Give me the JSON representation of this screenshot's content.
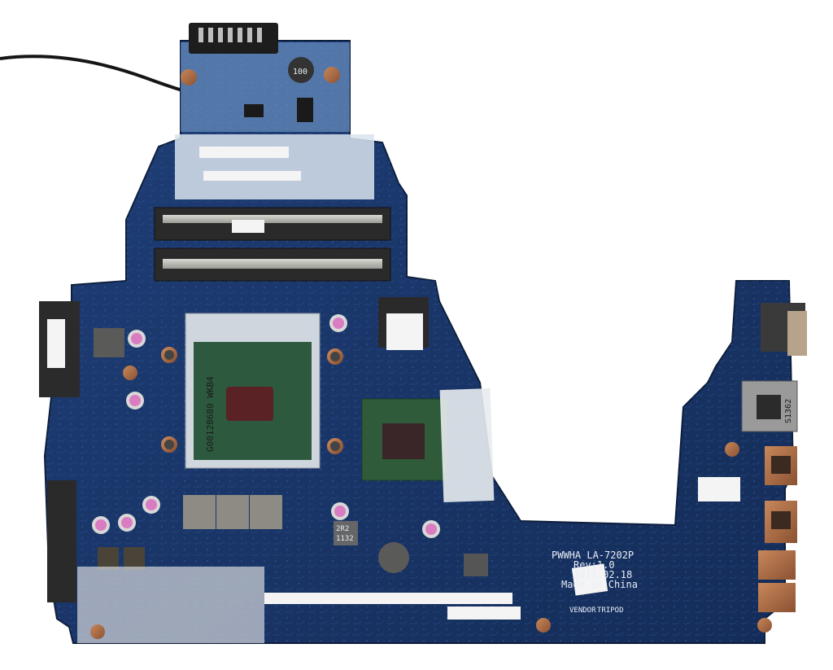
{
  "board": {
    "model": "PWWHA LA-7202P",
    "rev": "Rev:1.0",
    "date": "2011.02.18",
    "origin": "Made in China",
    "vendor": "VENDOR",
    "vendor_code": "TRIPOD"
  },
  "cpu": {
    "serial": "G00128680 WKB4"
  },
  "sticker_serial": "S1362",
  "power_inductor": "100",
  "chokes": [
    "2R2",
    "1132"
  ]
}
